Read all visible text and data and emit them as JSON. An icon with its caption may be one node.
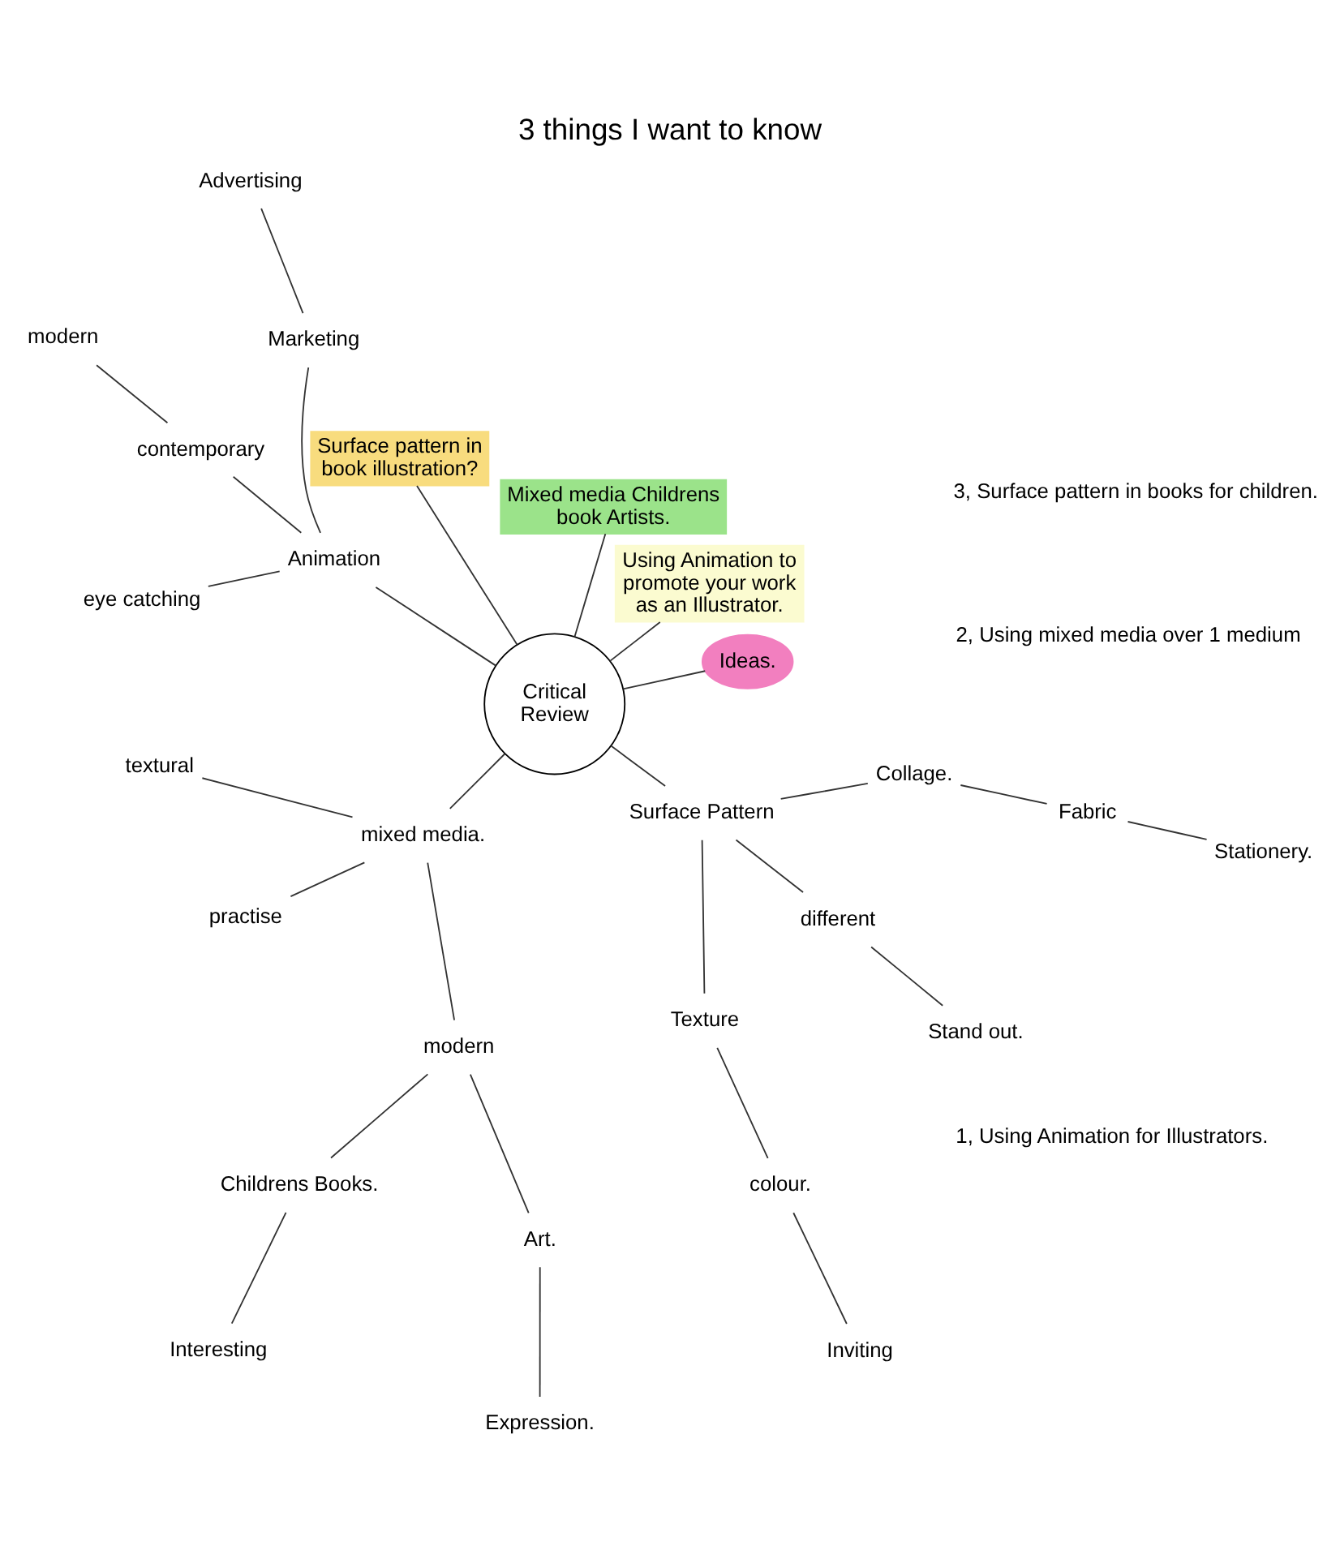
{
  "diagram": {
    "title": "3 things I want to know",
    "nodes": [
      {
        "text": [
          "Critical Review"
        ]
      },
      {
        "text": [
          "Ideas."
        ]
      },
      {
        "text": [
          "Using Animation to promote your work as an Illustrator."
        ]
      },
      {
        "text": [
          "Mixed media Childrens book Artists."
        ]
      },
      {
        "text": [
          "Surface pattern in book illustration?"
        ]
      },
      {
        "text": [
          "Animation"
        ]
      },
      {
        "text": [
          "Marketing"
        ]
      },
      {
        "text": [
          "Advertising"
        ]
      },
      {
        "text": [
          "contemporary"
        ]
      },
      {
        "text": [
          "modern"
        ]
      },
      {
        "text": [
          "eye catching"
        ]
      },
      {
        "text": [
          "mixed media."
        ]
      },
      {
        "text": [
          "textural"
        ]
      },
      {
        "text": [
          "practise"
        ]
      },
      {
        "text": [
          "modern"
        ]
      },
      {
        "text": [
          "Childrens Books."
        ]
      },
      {
        "text": [
          "Interesting"
        ]
      },
      {
        "text": [
          "Art."
        ]
      },
      {
        "text": [
          "Expression."
        ]
      },
      {
        "text": [
          "Surface Pattern"
        ]
      },
      {
        "text": [
          "Texture"
        ]
      },
      {
        "text": [
          "colour."
        ]
      },
      {
        "text": [
          "Inviting"
        ]
      },
      {
        "text": [
          "different"
        ]
      },
      {
        "text": [
          "Collage."
        ]
      },
      {
        "text": [
          "Stand out."
        ]
      },
      {
        "text": [
          "Fabric"
        ]
      },
      {
        "text": [
          "Stationery."
        ]
      }
    ],
    "edges": [
      {
        "from": 0,
        "to": 1,
        "arrow": "none"
      },
      {
        "from": 0,
        "to": 2,
        "arrow": "none"
      },
      {
        "from": 0,
        "to": 3,
        "arrow": "none"
      },
      {
        "from": 0,
        "to": 4,
        "arrow": "none"
      },
      {
        "from": 0,
        "to": 5,
        "arrow": "none"
      },
      {
        "from": 0,
        "to": 11,
        "arrow": "none"
      },
      {
        "from": 0,
        "to": 19,
        "arrow": "none"
      },
      {
        "from": 5,
        "to": 6,
        "arrow": "none"
      },
      {
        "from": 6,
        "to": 7,
        "arrow": "none"
      },
      {
        "from": 5,
        "to": 8,
        "arrow": "none"
      },
      {
        "from": 8,
        "to": 9,
        "arrow": "none"
      },
      {
        "from": 5,
        "to": 10,
        "arrow": "none"
      },
      {
        "from": 11,
        "to": 12,
        "arrow": "none"
      },
      {
        "from": 11,
        "to": 13,
        "arrow": "none"
      },
      {
        "from": 11,
        "to": 14,
        "arrow": "none"
      },
      {
        "from": 14,
        "to": 15,
        "arrow": "none"
      },
      {
        "from": 15,
        "to": 16,
        "arrow": "none"
      },
      {
        "from": 14,
        "to": 17,
        "arrow": "none"
      },
      {
        "from": 17,
        "to": 18,
        "arrow": "none"
      },
      {
        "from": 19,
        "to": 20,
        "arrow": "none"
      },
      {
        "from": 20,
        "to": 21,
        "arrow": "none"
      },
      {
        "from": 21,
        "to": 22,
        "arrow": "none"
      },
      {
        "from": 19,
        "to": 23,
        "arrow": "none"
      },
      {
        "from": 19,
        "to": 24,
        "arrow": "none"
      },
      {
        "from": 23,
        "to": 25,
        "arrow": "none"
      },
      {
        "from": 24,
        "to": 26,
        "arrow": "none"
      },
      {
        "from": 26,
        "to": 27,
        "arrow": "none"
      }
    ],
    "labels": [
      "1, Using Animation for Illustrators.",
      "2, Using mixed media over 1 medium",
      "3, Surface pattern in books for children."
    ]
  }
}
